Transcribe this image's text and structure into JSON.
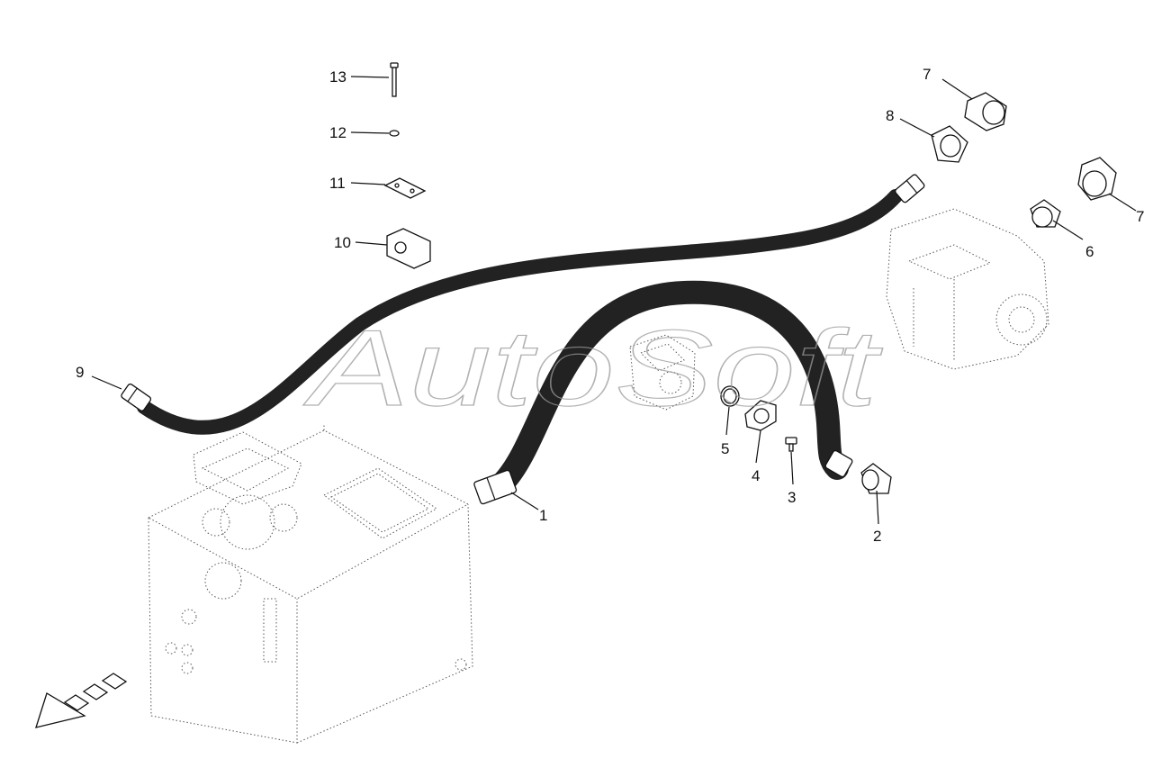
{
  "watermark": "AutoSoft",
  "callouts": [
    {
      "id": "c1",
      "label": "1"
    },
    {
      "id": "c2",
      "label": "2"
    },
    {
      "id": "c3",
      "label": "3"
    },
    {
      "id": "c4",
      "label": "4"
    },
    {
      "id": "c5",
      "label": "5"
    },
    {
      "id": "c6",
      "label": "6"
    },
    {
      "id": "c7a",
      "label": "7"
    },
    {
      "id": "c7b",
      "label": "7"
    },
    {
      "id": "c8",
      "label": "8"
    },
    {
      "id": "c9",
      "label": "9"
    },
    {
      "id": "c10",
      "label": "10"
    },
    {
      "id": "c11",
      "label": "11"
    },
    {
      "id": "c12",
      "label": "12"
    },
    {
      "id": "c13",
      "label": "13"
    }
  ],
  "colors": {
    "line": "#111111",
    "dotted": "#555555",
    "watermark": "#999999"
  }
}
